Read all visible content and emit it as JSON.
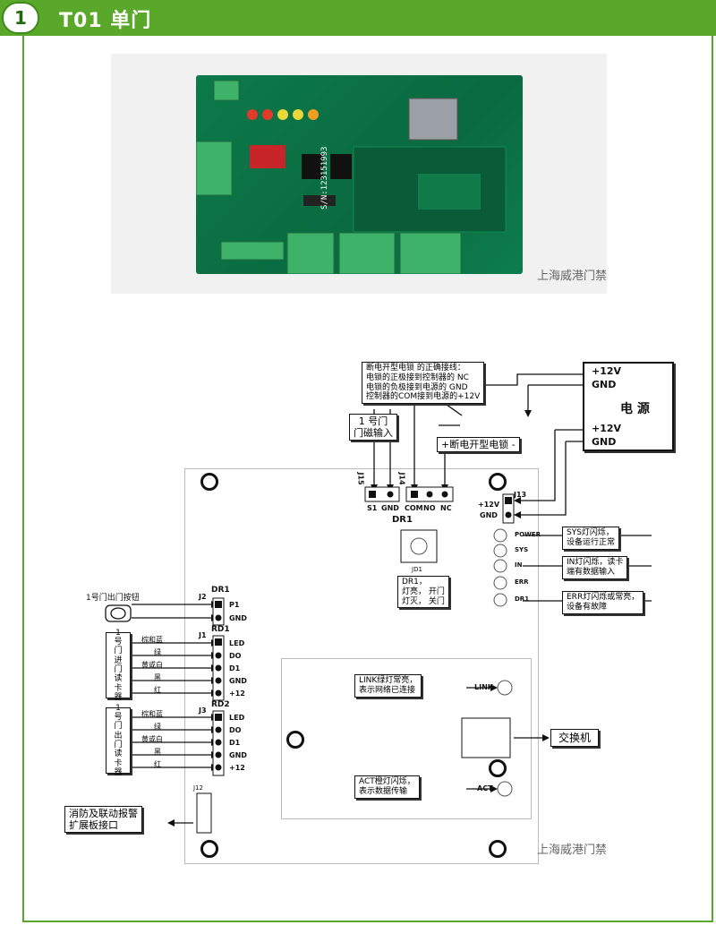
{
  "header": {
    "number": "1",
    "title": "T01   单门"
  },
  "photo": {
    "watermark": "上海威港门禁",
    "serial": "S/N:123151993"
  },
  "diagram": {
    "watermark": "上海威港门禁",
    "note": [
      "断电开型电锁 的正确接线：",
      "电锁的正极接到控制器的 NC",
      "电锁的负极接到电源的 GND",
      "控制器的COM接到电源的+12V"
    ],
    "power": {
      "label": "电 源",
      "pins_top": [
        "+12V",
        "GND"
      ],
      "pins_bottom": [
        "+12V",
        "GND"
      ]
    },
    "door_sensor": [
      "1 号门",
      "门磁输入"
    ],
    "lock_label": "+断电开型电锁 -",
    "j15": "J15",
    "j14": "J14",
    "dr1_title": "DR1",
    "top_pins": [
      "S1",
      "GND",
      "COM",
      "NO",
      "NC"
    ],
    "j13": {
      "label": "J13",
      "pins": [
        "+12V",
        "GND"
      ]
    },
    "leds": [
      "POWER",
      "SYS",
      "IN",
      "ERR",
      "DR1"
    ],
    "jd1": "JD1",
    "sys_note": [
      "SYS灯闪烁，",
      "设备运行正常"
    ],
    "in_note": [
      "IN灯闪烁，读卡",
      "端有数据输入"
    ],
    "err_note": [
      "ERR灯闪烁或常亮，",
      "设备有故障"
    ],
    "dr1_note": [
      "DR1，",
      "灯亮， 开门",
      "灯灭， 关门"
    ],
    "exit_button": "1号门出门按钮",
    "j2": {
      "label": "J2",
      "title": "DR1",
      "pins": [
        "P1",
        "GND"
      ]
    },
    "j1": {
      "label": "J1",
      "title": "RD1",
      "pins": [
        "LED",
        "DO",
        "D1",
        "GND",
        "+12"
      ]
    },
    "j3": {
      "label": "J3",
      "title": "RD2",
      "pins": [
        "LED",
        "DO",
        "D1",
        "GND",
        "+12"
      ]
    },
    "wire_colors": [
      "棕和蓝",
      "绿",
      "黄或白",
      "黑",
      "红"
    ],
    "reader_in": [
      "1",
      "号",
      "门",
      "进",
      "门",
      "读",
      "卡",
      "器"
    ],
    "reader_out": [
      "1",
      "号",
      "门",
      "出",
      "门",
      "读",
      "卡",
      "器"
    ],
    "link_note": [
      "LINK绿灯常亮，",
      "表示网络已连接"
    ],
    "link": "LINK",
    "act_note": [
      "ACT橙灯闪烁，",
      "表示数据传输"
    ],
    "act": "ACT",
    "switch": "交换机",
    "j12": "J12",
    "fire_note": [
      "消防及联动报警",
      "扩展板接口"
    ]
  }
}
